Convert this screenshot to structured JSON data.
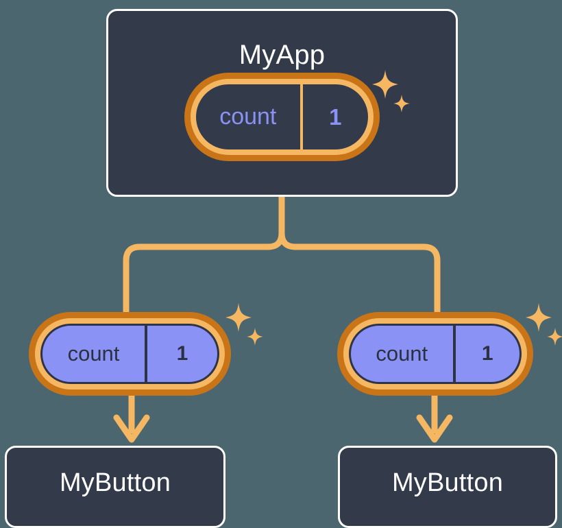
{
  "diagram": {
    "type": "component-state-tree",
    "background_color": "#4c666f",
    "accent_color": "#f6b762",
    "accent_dark_color": "#c87417",
    "card_color": "#333a4a",
    "state_value_color": "#8a92f5",
    "root": {
      "name": "root-component",
      "label": "MyApp",
      "state": {
        "key": "count",
        "value": "1"
      }
    },
    "children": [
      {
        "name": "child-component-left",
        "label": "MyButton",
        "state": {
          "key": "count",
          "value": "1"
        }
      },
      {
        "name": "child-component-right",
        "label": "MyButton",
        "state": {
          "key": "count",
          "value": "1"
        }
      }
    ],
    "icons": {
      "sparkle": "sparkle-icon",
      "arrow_down": "arrow-down-icon"
    }
  }
}
